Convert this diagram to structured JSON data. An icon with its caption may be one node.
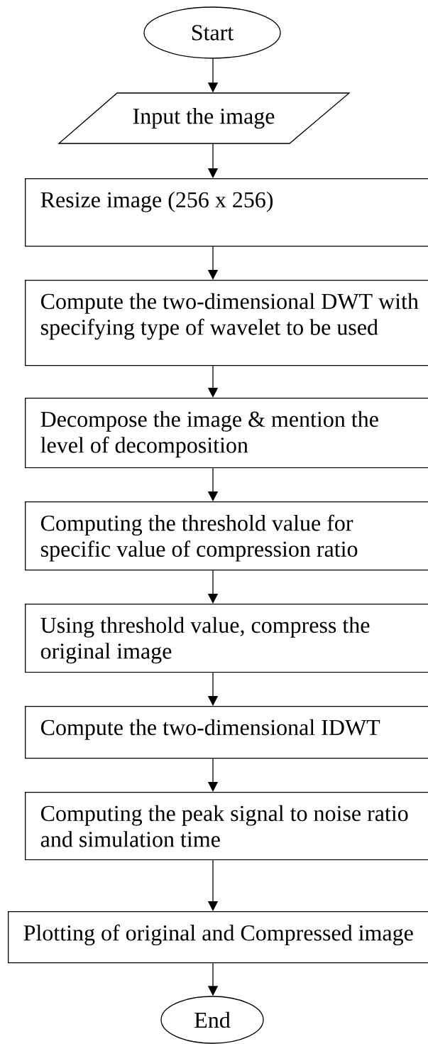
{
  "diagram": {
    "nodes": [
      {
        "text": [
          "Start"
        ]
      },
      {
        "text": [
          "Input the image"
        ]
      },
      {
        "text": [
          "Resize image (256 x 256)"
        ]
      },
      {
        "text": [
          "Compute the two-dimensional DWT with specifying type of wavelet to be used"
        ]
      },
      {
        "text": [
          "Decompose the image & mention the level of decomposition"
        ]
      },
      {
        "text": [
          "Computing the threshold value for specific value of compression ratio"
        ]
      },
      {
        "text": [
          "Using threshold value, compress the original image"
        ]
      },
      {
        "text": [
          "Compute the two-dimensional IDWT"
        ]
      },
      {
        "text": [
          "Computing the peak signal to noise ratio and simulation time"
        ]
      },
      {
        "text": [
          "Plotting of original and Compressed image"
        ]
      },
      {
        "text": [
          "End"
        ]
      }
    ],
    "edges": [
      {
        "from": 0,
        "to": 1,
        "arrow": "to"
      },
      {
        "from": 1,
        "to": 2,
        "arrow": "to"
      },
      {
        "from": 2,
        "to": 3,
        "arrow": "to"
      },
      {
        "from": 3,
        "to": 4,
        "arrow": "to"
      },
      {
        "from": 4,
        "to": 5,
        "arrow": "to"
      },
      {
        "from": 5,
        "to": 6,
        "arrow": "to"
      },
      {
        "from": 6,
        "to": 7,
        "arrow": "to"
      },
      {
        "from": 7,
        "to": 8,
        "arrow": "to"
      },
      {
        "from": 8,
        "to": 9,
        "arrow": "to"
      },
      {
        "from": 9,
        "to": 10,
        "arrow": "to"
      }
    ]
  }
}
